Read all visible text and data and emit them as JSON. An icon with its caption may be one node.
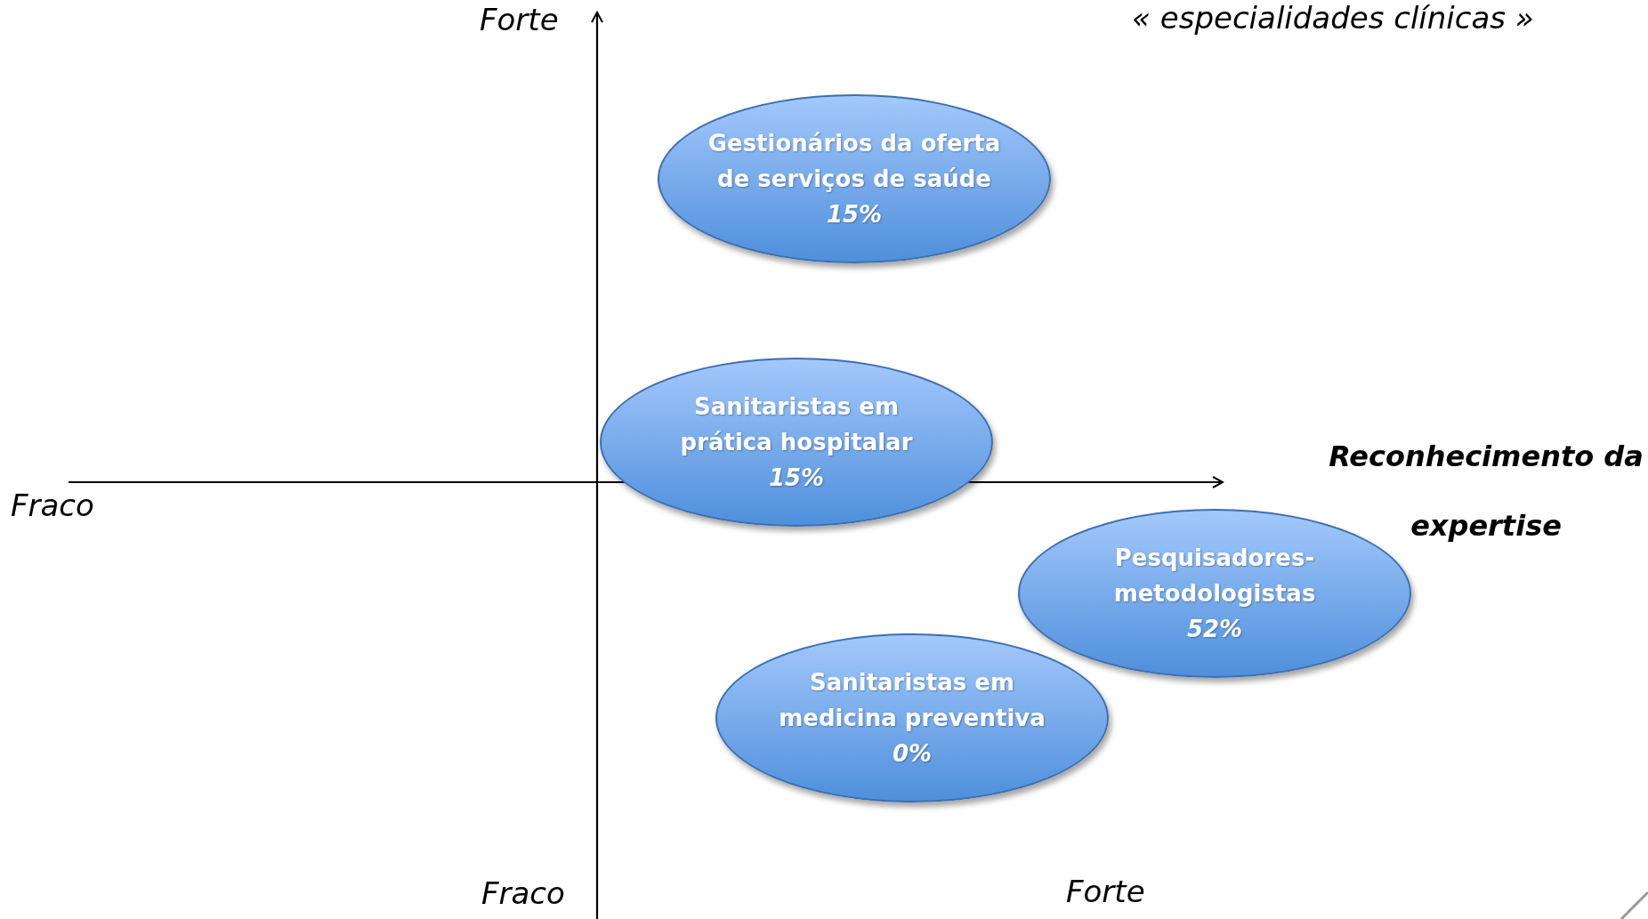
{
  "diagram": {
    "nodes": [
      {
        "text": [
          "Gestionários da oferta de serviços de saúde",
          "15%"
        ]
      },
      {
        "text": [
          "Sanitaristas em prática hospitalar",
          "15%"
        ]
      },
      {
        "text": [
          "Pesquisadores-metodologistas",
          "52%"
        ]
      },
      {
        "text": [
          "Sanitaristas em medicina preventiva",
          "0%"
        ]
      }
    ],
    "edges": [],
    "labels": [
      "Forte",
      "« especialidades clínicas »",
      "Reconhecimento da expertise",
      "Fraco",
      "Fraco",
      "Forte"
    ]
  }
}
